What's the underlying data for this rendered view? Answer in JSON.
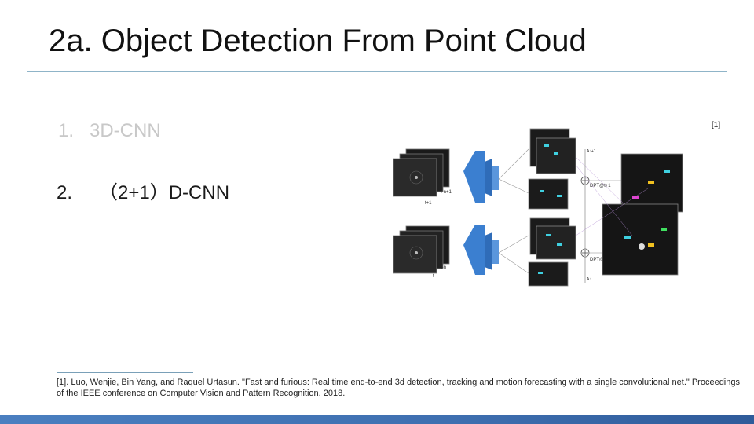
{
  "slide": {
    "title": "2a. Object Detection From Point Cloud",
    "items": [
      {
        "number": "1.",
        "label": "3D-CNN"
      },
      {
        "number": "2.",
        "label": "（2+1）D-CNN"
      }
    ],
    "citation_marker": "[1]",
    "footnote": "[1]. Luo, Wenjie, Bin Yang, and Raquel Urtasun. \"Fast and furious: Real time end-to-end 3d detection, tracking and motion forecasting with a single convolutional net.\" Proceedings of the IEEE conference on Computer Vision and Pattern Recognition. 2018."
  },
  "figure": {
    "labels": {
      "top_input": "t+1",
      "bottom_input": "t",
      "top_seq": "t-n+1",
      "bottom_seq": "t-n",
      "top_op": "DPT@t+1",
      "bottom_op": "DPT@t",
      "top_out": "A t+1",
      "bottom_out": "A t"
    }
  },
  "colors": {
    "title_rule": "#8fb4c8",
    "inactive_text": "#c8c8c8",
    "cnn_block": "#3b7fd0",
    "bottom_bar": "#3e6fb0"
  }
}
